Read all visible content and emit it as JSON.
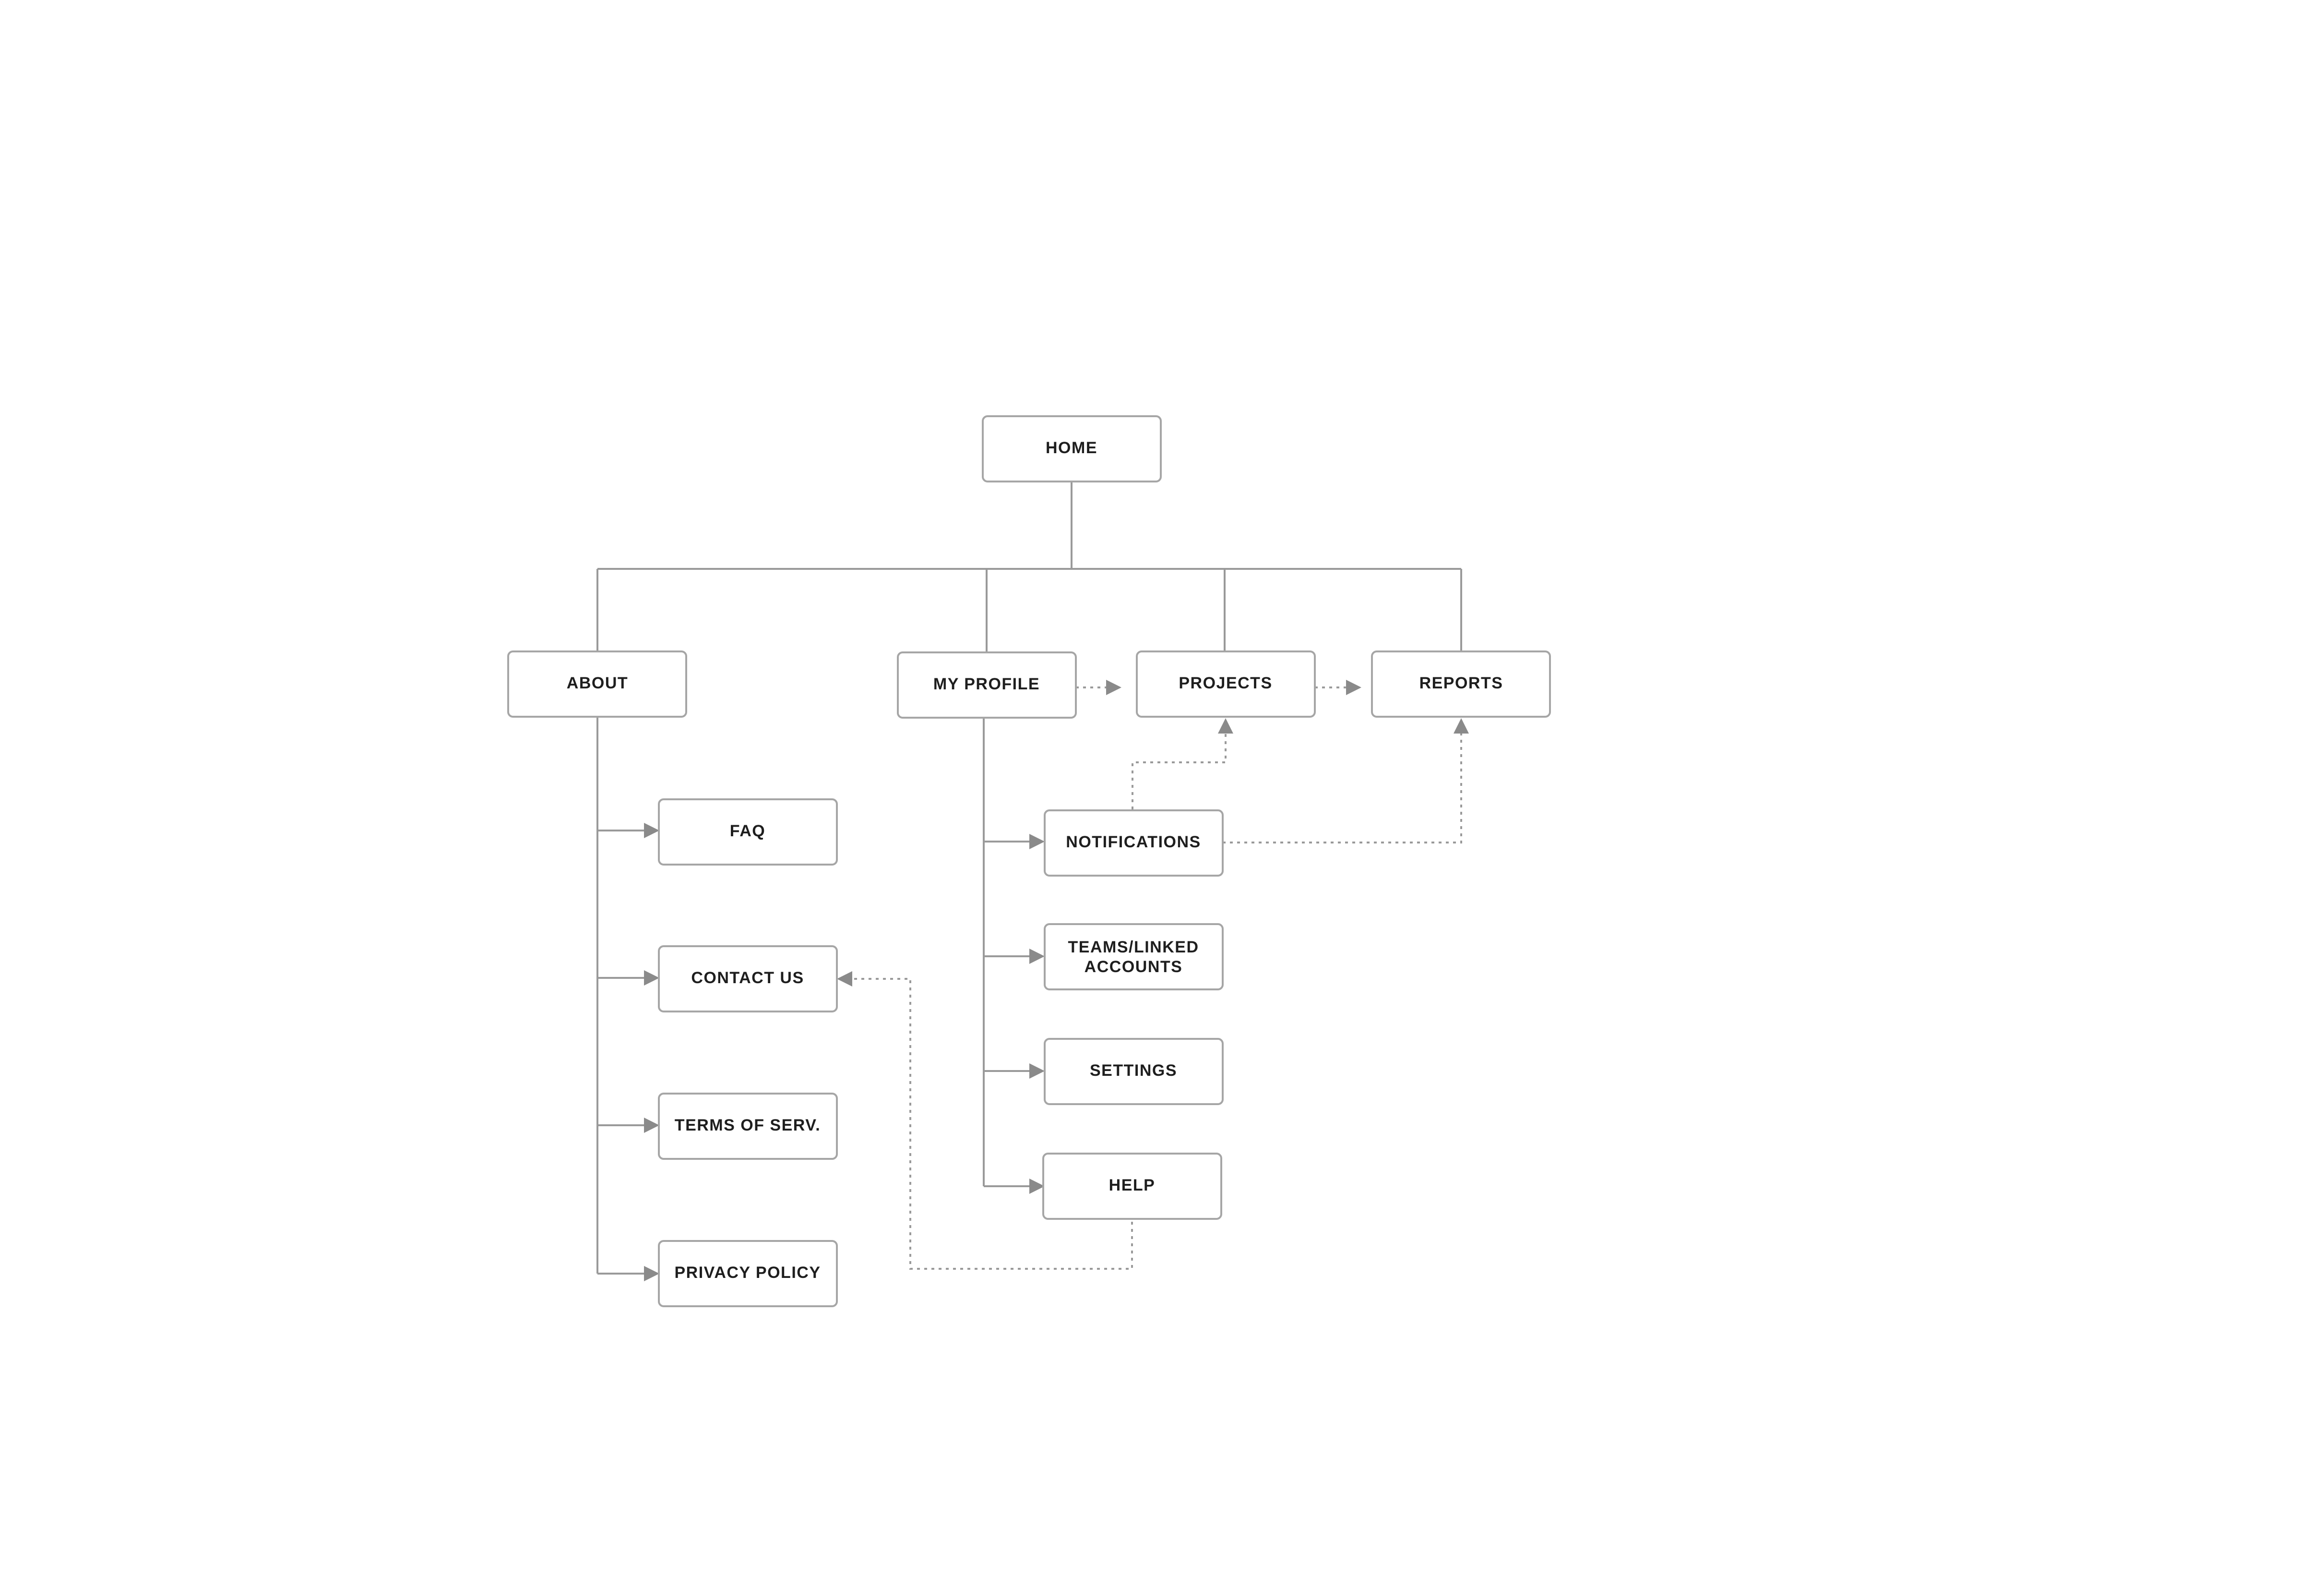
{
  "nodes": {
    "home": "HOME",
    "about": "ABOUT",
    "my_profile": "MY PROFILE",
    "projects": "PROJECTS",
    "reports": "REPORTS",
    "faq": "FAQ",
    "contact_us": "CONTACT US",
    "terms_of_serv": "TERMS OF SERV.",
    "privacy_policy": "PRIVACY POLICY",
    "notifications": "NOTIFICATIONS",
    "teams_linked_line1": "TEAMS/LINKED",
    "teams_linked_line2": "ACCOUNTS",
    "settings": "SETTINGS",
    "help": "HELP"
  }
}
